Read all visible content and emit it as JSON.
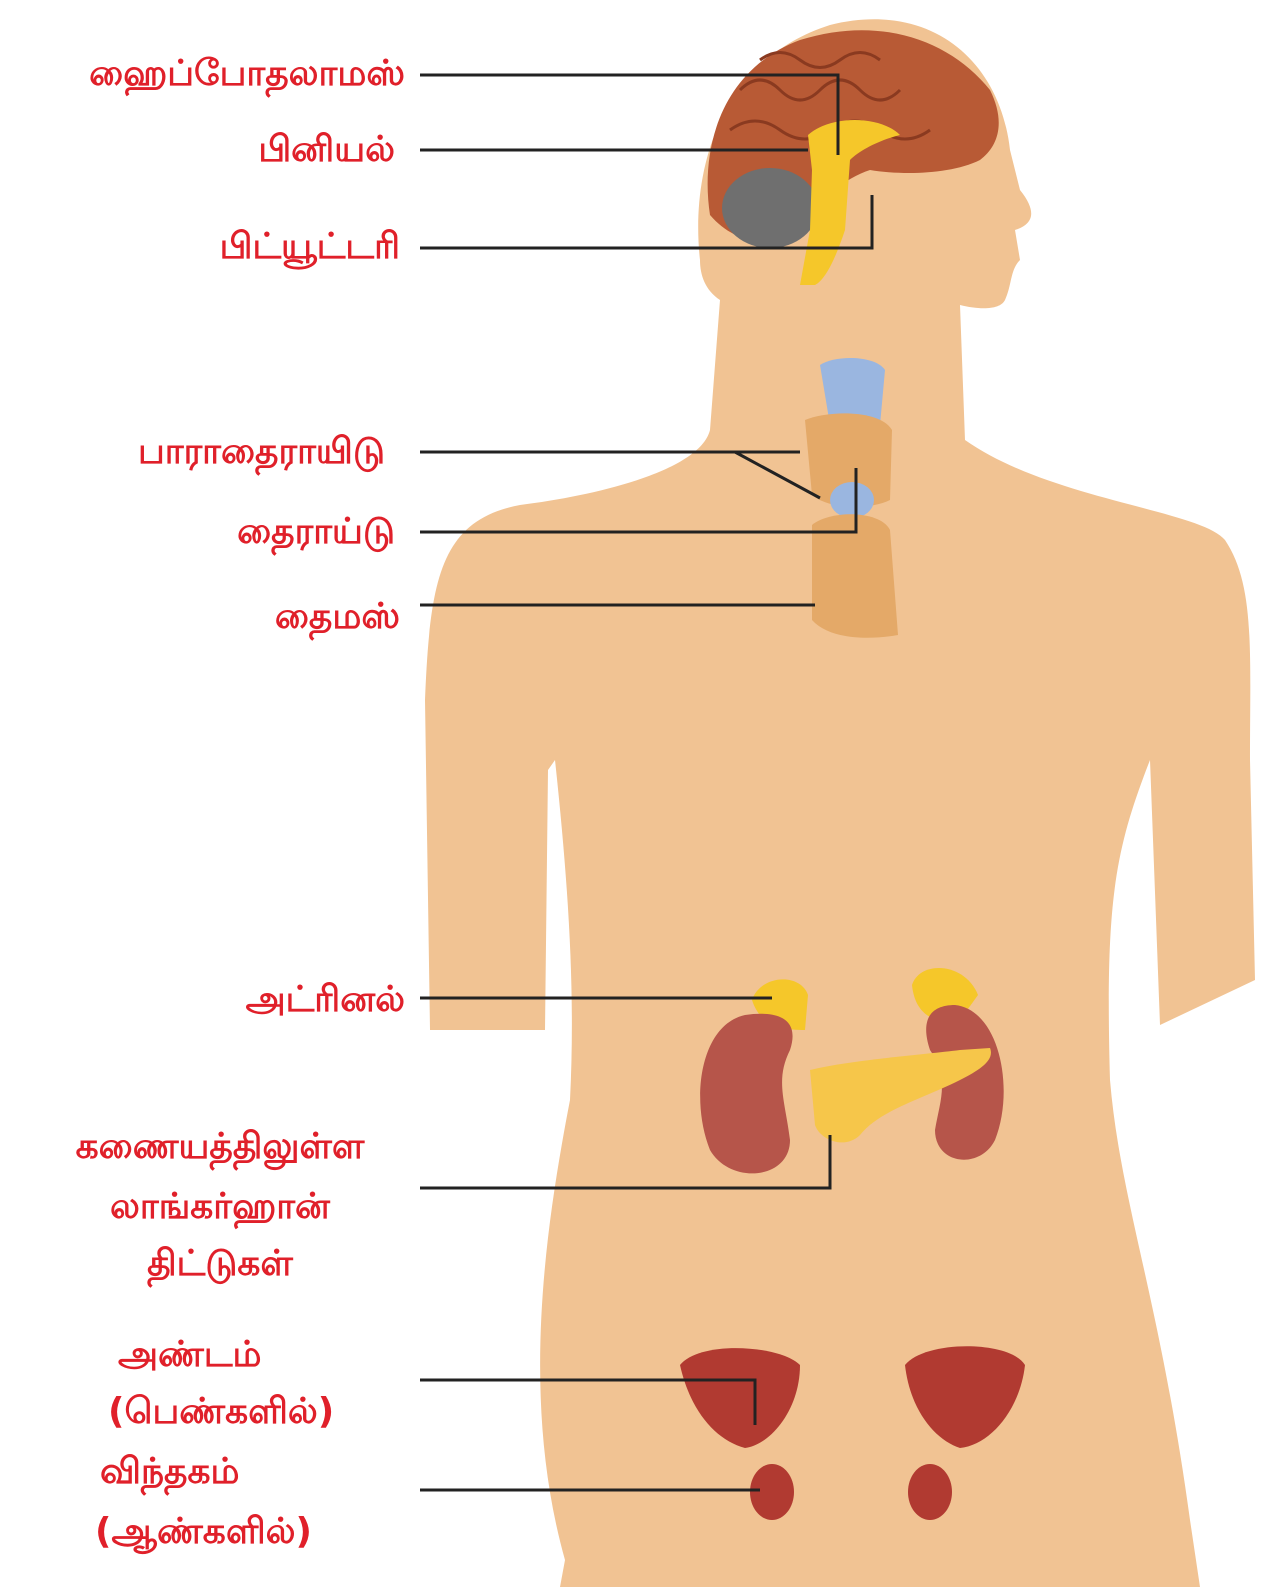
{
  "labels": {
    "hypothalamus": "ஹைப்போதலாமஸ்",
    "pineal": "பினியல்",
    "pituitary": "பிட்யூட்டரி",
    "parathyroid": "பாராதைராயிடு",
    "thyroid": "தைராய்டு",
    "thymus": "தைமஸ்",
    "adrenal": "அட்ரினல்",
    "pancreas_line1": "கணையத்திலுள்ள",
    "pancreas_line2": "லாங்கர்ஹான்",
    "pancreas_line3": "திட்டுகள்",
    "ovary_line1": "அண்டம்",
    "ovary_line2": "(பெண்களில்)",
    "testis_line1": "விந்தகம்",
    "testis_line2": "(ஆண்களில்)"
  },
  "colors": {
    "label_text": "#e0202a",
    "skin": "#f1c393",
    "brain": "#b85a35",
    "cerebellum": "#6f6f6f",
    "gland_yellow": "#f5c72a",
    "thyroid_tan": "#e4a968",
    "thyroid_blue": "#9ab6e0",
    "kidney": "#b6554a",
    "pancreas": "#f6c64a",
    "gonad": "#b13a31",
    "leader_line": "#222222"
  }
}
